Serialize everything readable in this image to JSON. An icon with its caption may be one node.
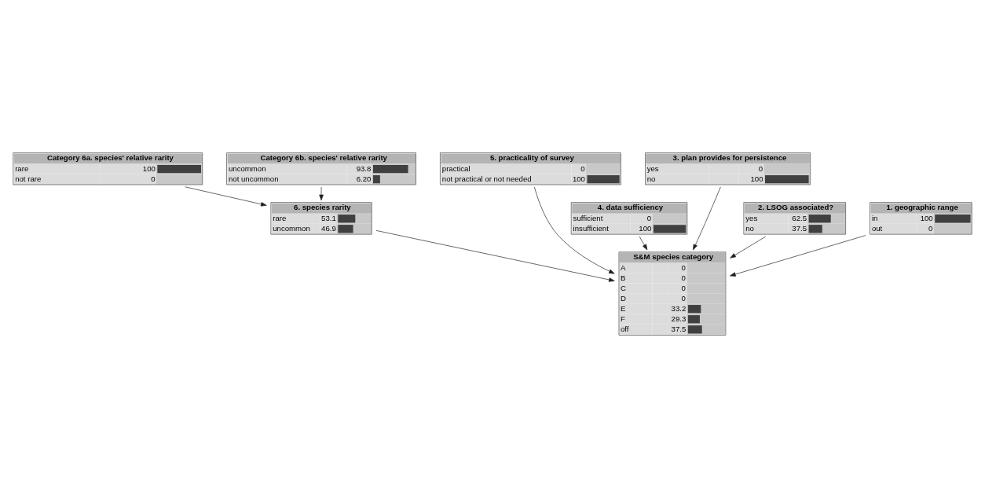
{
  "diagram": {
    "nodes": [
      {
        "text": [
          "Category 6a. species' relative rarity",
          "rare",
          "100",
          "not rare",
          "0"
        ]
      },
      {
        "text": [
          "5. practicality of survey",
          "practical",
          "0",
          "not practical or not needed",
          "100"
        ]
      },
      {
        "text": [
          "6. species rarity",
          "rare",
          "53.1",
          "uncommon",
          "46.9"
        ]
      },
      {
        "text": [
          "4. data sufficiency",
          "sufficient",
          "0",
          "insufficient",
          "100"
        ]
      },
      {
        "text": [
          "Category 6b. species' relative rarity",
          "uncommon",
          "93.8",
          "not uncommon",
          "6.20"
        ]
      },
      {
        "text": [
          "3. plan provides for persistence",
          "yes",
          "0",
          "no",
          "100"
        ]
      },
      {
        "text": [
          "S&M species category",
          "A",
          "0",
          "B",
          "0",
          "C",
          "0",
          "D",
          "0",
          "E",
          "33.2",
          "F",
          "29.3",
          "off",
          "37.5"
        ]
      },
      {
        "text": [
          "2. LSOG associated?",
          "yes",
          "62.5",
          "no",
          "37.5"
        ]
      },
      {
        "text": [
          "1. geographic range",
          "in",
          "100",
          "out",
          "0"
        ]
      }
    ],
    "edges": [
      {
        "from": 0,
        "to": 2,
        "arrow": "to"
      },
      {
        "from": 4,
        "to": 2,
        "arrow": "to"
      },
      {
        "from": 2,
        "to": 6,
        "arrow": "to"
      },
      {
        "from": 1,
        "to": 6,
        "arrow": "to"
      },
      {
        "from": 3,
        "to": 6,
        "arrow": "to"
      },
      {
        "from": 5,
        "to": 6,
        "arrow": "to"
      },
      {
        "from": 7,
        "to": 6,
        "arrow": "to"
      },
      {
        "from": 8,
        "to": 6,
        "arrow": "to"
      }
    ]
  }
}
